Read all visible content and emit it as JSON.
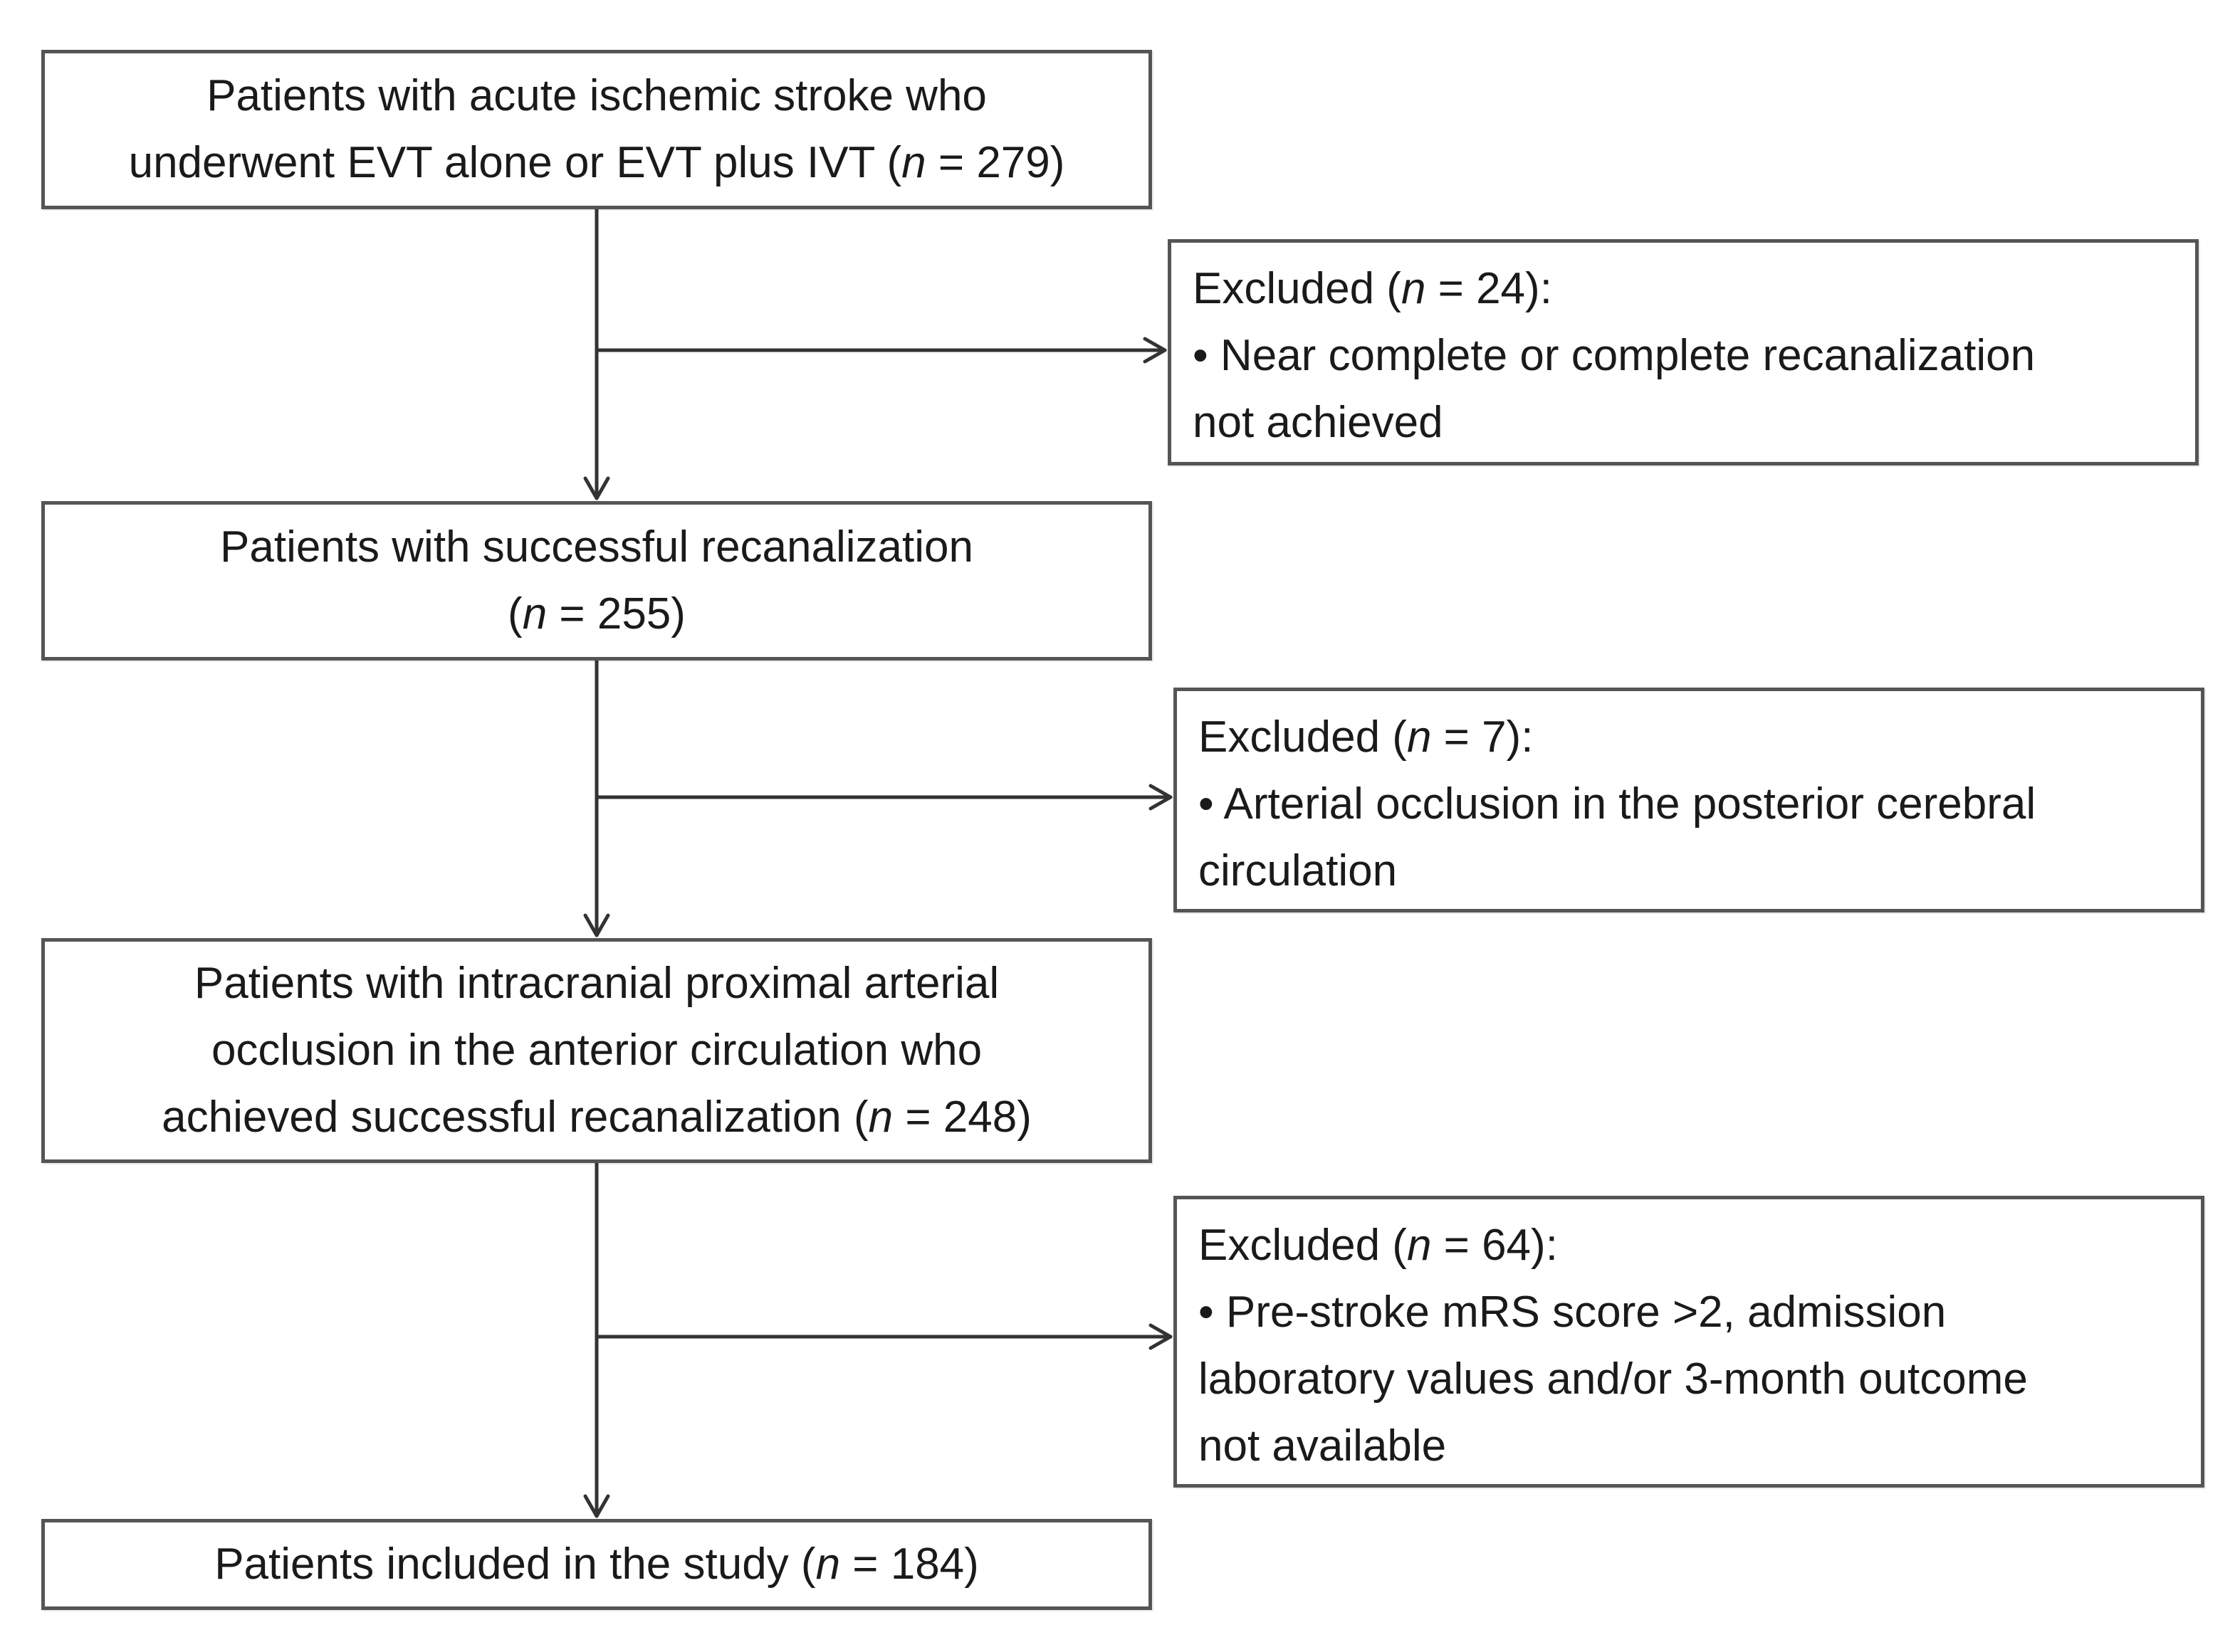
{
  "flowchart": {
    "steps": [
      {
        "line1": "Patients with acute ischemic stroke who",
        "line2_prefix": "underwent EVT alone or EVT plus IVT (",
        "n_symbol": "n",
        "line2_suffix": " = 279)"
      },
      {
        "line1": "Patients with successful recanalization",
        "line2_prefix": "(",
        "n_symbol": "n",
        "line2_suffix": " = 255)"
      },
      {
        "line1": "Patients with intracranial proximal arterial",
        "line2": "occlusion in the anterior circulation who",
        "line3_prefix": "achieved successful recanalization (",
        "n_symbol": "n",
        "line3_suffix": " = 248)"
      },
      {
        "line1_prefix": "Patients included in the study (",
        "n_symbol": "n",
        "line1_suffix": " = 184)"
      }
    ],
    "exclusions": [
      {
        "head_prefix": "Excluded (",
        "n_symbol": "n",
        "head_suffix": " = 24):",
        "lines": [
          "• Near complete or complete recanalization",
          "not achieved"
        ]
      },
      {
        "head_prefix": "Excluded (",
        "n_symbol": "n",
        "head_suffix": " = 7):",
        "lines": [
          "• Arterial occlusion in the posterior cerebral",
          "circulation"
        ]
      },
      {
        "head_prefix": "Excluded (",
        "n_symbol": "n",
        "head_suffix": " = 64):",
        "lines": [
          "• Pre-stroke mRS score >2, admission",
          "laboratory values and/or 3-month outcome",
          "not available"
        ]
      }
    ],
    "colors": {
      "border": "#555555",
      "arrow": "#333333",
      "text": "#1a1a1a"
    }
  }
}
